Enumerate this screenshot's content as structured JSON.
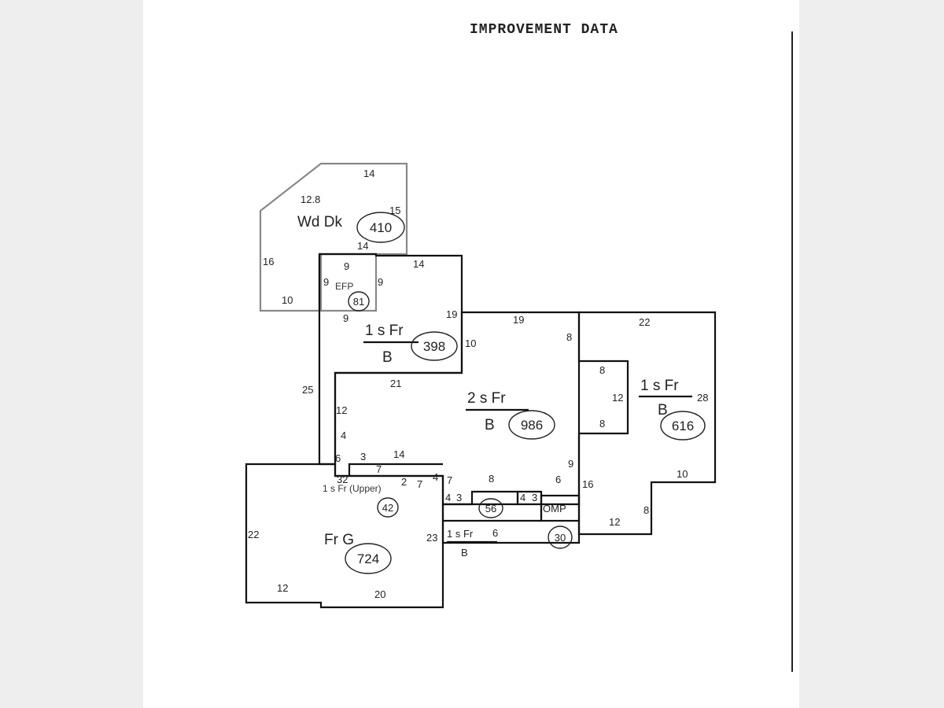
{
  "title": "IMPROVEMENT DATA",
  "areas": [
    {
      "label": "Wd Dk",
      "sqft": "410"
    },
    {
      "label": "EFP",
      "sqft": "81"
    },
    {
      "label": "1 s Fr",
      "sub": "B",
      "sqft": "398"
    },
    {
      "label": "2 s Fr",
      "sub": "B",
      "sqft": "986"
    },
    {
      "label": "1 s Fr",
      "sub": "B",
      "sqft": "616"
    },
    {
      "label": "1 s Fr (Upper)",
      "sqft": "42"
    },
    {
      "label": "",
      "sqft": "56"
    },
    {
      "label": "OMP",
      "sqft": "30"
    },
    {
      "label": "1 s Fr",
      "sub": "B",
      "sqft": ""
    },
    {
      "label": "Fr G",
      "sqft": "724"
    }
  ],
  "dimensions": [
    "14",
    "12.8",
    "15",
    "16",
    "14",
    "10",
    "9",
    "9",
    "9",
    "9",
    "14",
    "19",
    "19",
    "10",
    "22",
    "8",
    "8",
    "12",
    "28",
    "8",
    "25",
    "21",
    "12",
    "4",
    "6",
    "3",
    "7",
    "14",
    "32",
    "2",
    "7",
    "4",
    "7",
    "8",
    "6",
    "9",
    "16",
    "10",
    "4",
    "3",
    "4",
    "3",
    "8",
    "12",
    "22",
    "23",
    "6",
    "12",
    "20"
  ]
}
